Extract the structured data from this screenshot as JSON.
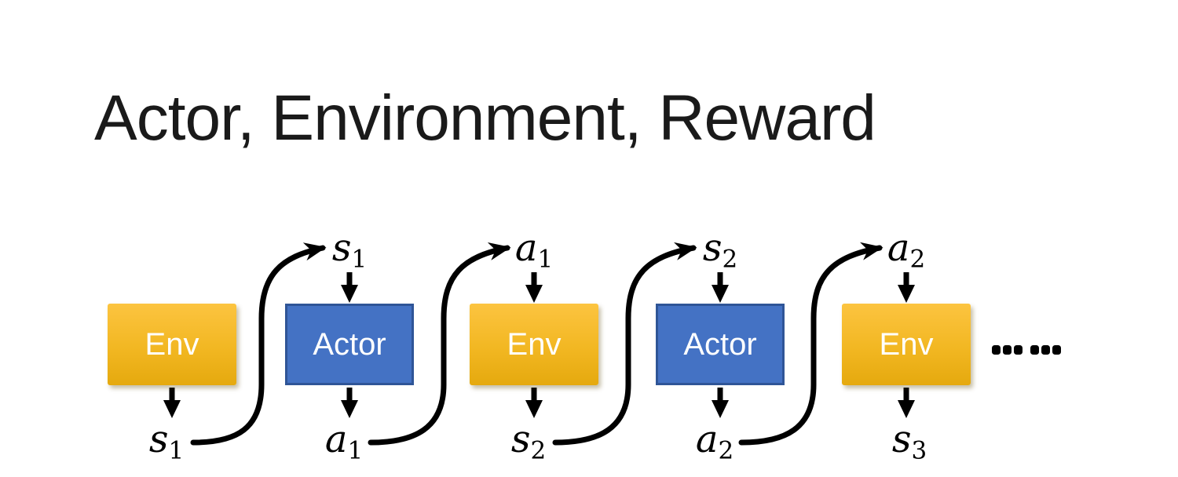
{
  "title": "Actor, Environment, Reward",
  "diagram": {
    "boxes": [
      {
        "label": "Env"
      },
      {
        "label": "Actor"
      },
      {
        "label": "Env"
      },
      {
        "label": "Actor"
      },
      {
        "label": "Env"
      }
    ],
    "top_labels": [
      {
        "base": "s",
        "sub": "1"
      },
      {
        "base": "a",
        "sub": "1"
      },
      {
        "base": "s",
        "sub": "2"
      },
      {
        "base": "a",
        "sub": "2"
      }
    ],
    "bottom_labels": [
      {
        "base": "s",
        "sub": "1"
      },
      {
        "base": "a",
        "sub": "1"
      },
      {
        "base": "s",
        "sub": "2"
      },
      {
        "base": "a",
        "sub": "2"
      },
      {
        "base": "s",
        "sub": "3"
      }
    ],
    "ellipsis": "……"
  },
  "colors": {
    "title_color": "#1a1a1a",
    "env_gradient_top": "#FCC440",
    "env_gradient_bottom": "#E5A90E",
    "actor_fill": "#4472C4",
    "actor_border": "#2F5597",
    "arrow_color": "#000000",
    "box_text_color": "#FFFFFF"
  }
}
